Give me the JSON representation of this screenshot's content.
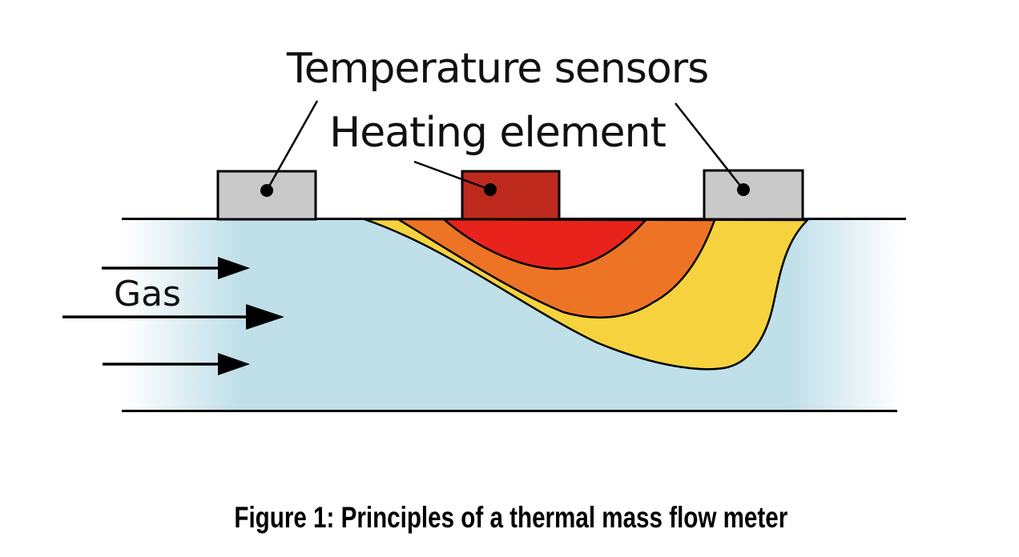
{
  "figure": {
    "labels": {
      "temperature_sensors": "Temperature sensors",
      "heating_element": "Heating element",
      "gas": "Gas"
    },
    "caption": "Figure 1: Principles of a thermal mass flow meter"
  },
  "diagram": {
    "type": "schematic",
    "flow_direction": "left-to-right",
    "components": [
      "upstream temperature sensor (gray block)",
      "heating element (dark red block)",
      "downstream temperature sensor (gray block)",
      "gas flow channel with three flow arrows",
      "thermal plume swept downstream: red (hot), orange (warm), yellow (cool)"
    ]
  },
  "colors": {
    "background": "#ffffff",
    "outline": "#000000",
    "sensor_gray": "#c9c9c9",
    "heater_dark_red": "#bd2a1d",
    "plume_red": "#e7231b",
    "plume_orange": "#ee7425",
    "plume_yellow": "#f6d23e",
    "gas_blue": "#bfdfe9"
  }
}
